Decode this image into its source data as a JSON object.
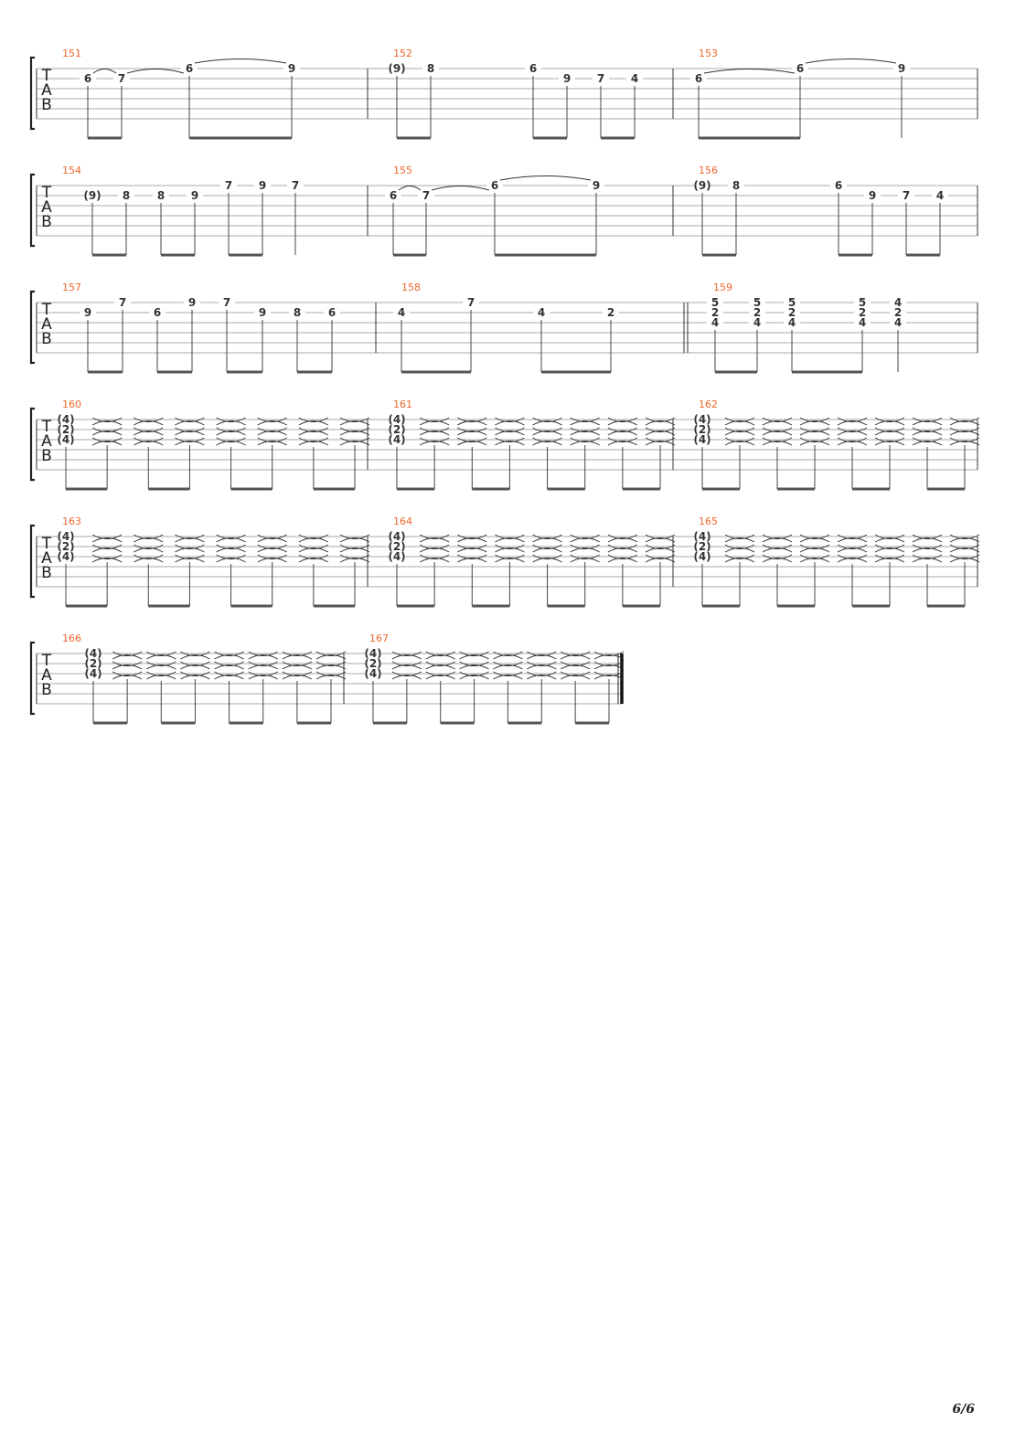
{
  "page": "6/6",
  "tab_label": [
    "T",
    "A",
    "B"
  ],
  "systems": [
    {
      "measures": [
        {
          "number": "151",
          "notes": [
            {
              "f": [
                "6"
              ],
              "s": [
                1
              ]
            },
            {
              "f": [
                "7"
              ],
              "s": [
                1
              ]
            },
            {
              "f": [
                "6"
              ],
              "s": [
                0
              ]
            },
            {
              "f": [
                "9"
              ],
              "s": [
                0
              ]
            }
          ]
        },
        {
          "number": "152",
          "notes": [
            {
              "f": [
                "(9)"
              ],
              "s": [
                0
              ]
            },
            {
              "f": [
                "8"
              ],
              "s": [
                0
              ]
            },
            {
              "f": [
                "6"
              ],
              "s": [
                0
              ]
            },
            {
              "f": [
                "9"
              ],
              "s": [
                1
              ]
            },
            {
              "f": [
                "7"
              ],
              "s": [
                1
              ]
            },
            {
              "f": [
                "4"
              ],
              "s": [
                1
              ]
            }
          ]
        },
        {
          "number": "153",
          "notes": [
            {
              "f": [
                "6"
              ],
              "s": [
                1
              ]
            },
            {
              "f": [
                "6"
              ],
              "s": [
                0
              ]
            },
            {
              "f": [
                "9"
              ],
              "s": [
                0
              ]
            }
          ]
        }
      ]
    },
    {
      "measures": [
        {
          "number": "154",
          "notes": [
            {
              "f": [
                "(9)"
              ],
              "s": [
                1
              ]
            },
            {
              "f": [
                "8"
              ],
              "s": [
                1
              ]
            },
            {
              "f": [
                "8"
              ],
              "s": [
                1
              ]
            },
            {
              "f": [
                "9"
              ],
              "s": [
                1
              ]
            },
            {
              "f": [
                "7"
              ],
              "s": [
                0
              ]
            },
            {
              "f": [
                "9"
              ],
              "s": [
                0
              ]
            },
            {
              "f": [
                "7"
              ],
              "s": [
                0
              ]
            }
          ]
        },
        {
          "number": "155",
          "notes": [
            {
              "f": [
                "6"
              ],
              "s": [
                1
              ]
            },
            {
              "f": [
                "7"
              ],
              "s": [
                1
              ]
            },
            {
              "f": [
                "6"
              ],
              "s": [
                0
              ]
            },
            {
              "f": [
                "9"
              ],
              "s": [
                0
              ]
            }
          ]
        },
        {
          "number": "156",
          "notes": [
            {
              "f": [
                "(9)"
              ],
              "s": [
                0
              ]
            },
            {
              "f": [
                "8"
              ],
              "s": [
                0
              ]
            },
            {
              "f": [
                "6"
              ],
              "s": [
                0
              ]
            },
            {
              "f": [
                "9"
              ],
              "s": [
                1
              ]
            },
            {
              "f": [
                "7"
              ],
              "s": [
                1
              ]
            },
            {
              "f": [
                "4"
              ],
              "s": [
                1
              ]
            }
          ]
        }
      ]
    },
    {
      "measures": [
        {
          "number": "157",
          "notes": [
            {
              "f": [
                "9"
              ],
              "s": [
                1
              ]
            },
            {
              "f": [
                "7"
              ],
              "s": [
                0
              ]
            },
            {
              "f": [
                "6"
              ],
              "s": [
                1
              ]
            },
            {
              "f": [
                "9"
              ],
              "s": [
                0
              ]
            },
            {
              "f": [
                "7"
              ],
              "s": [
                0
              ]
            },
            {
              "f": [
                "9"
              ],
              "s": [
                1
              ]
            },
            {
              "f": [
                "8"
              ],
              "s": [
                1
              ]
            },
            {
              "f": [
                "6"
              ],
              "s": [
                1
              ]
            }
          ]
        },
        {
          "number": "158",
          "notes": [
            {
              "f": [
                "4"
              ],
              "s": [
                1
              ]
            },
            {
              "f": [
                "7"
              ],
              "s": [
                0
              ]
            },
            {
              "f": [
                "4"
              ],
              "s": [
                1
              ]
            },
            {
              "f": [
                "2"
              ],
              "s": [
                1
              ]
            }
          ]
        },
        {
          "number": "159",
          "notes": [
            {
              "f": [
                "5",
                "2",
                "4"
              ],
              "s": [
                0,
                1,
                2
              ]
            },
            {
              "f": [
                "5",
                "2",
                "4"
              ],
              "s": [
                0,
                1,
                2
              ]
            },
            {
              "f": [
                "5",
                "2",
                "4"
              ],
              "s": [
                0,
                1,
                2
              ]
            },
            {
              "f": [
                "5",
                "2",
                "4"
              ],
              "s": [
                0,
                1,
                2
              ]
            },
            {
              "f": [
                "4",
                "2",
                "4"
              ],
              "s": [
                0,
                1,
                2
              ]
            }
          ]
        }
      ]
    },
    {
      "measures": [
        {
          "number": "160",
          "notes": [
            {
              "f": [
                "(4)",
                "(2)",
                "(4)"
              ],
              "s": [
                0,
                1,
                2
              ]
            }
          ]
        },
        {
          "number": "161",
          "notes": [
            {
              "f": [
                "(4)",
                "(2)",
                "(4)"
              ],
              "s": [
                0,
                1,
                2
              ]
            }
          ]
        },
        {
          "number": "162",
          "notes": [
            {
              "f": [
                "(4)",
                "(2)",
                "(4)"
              ],
              "s": [
                0,
                1,
                2
              ]
            }
          ]
        }
      ]
    },
    {
      "measures": [
        {
          "number": "163",
          "notes": [
            {
              "f": [
                "(4)",
                "(2)",
                "(4)"
              ],
              "s": [
                0,
                1,
                2
              ]
            }
          ]
        },
        {
          "number": "164",
          "notes": [
            {
              "f": [
                "(4)",
                "(2)",
                "(4)"
              ],
              "s": [
                0,
                1,
                2
              ]
            }
          ]
        },
        {
          "number": "165",
          "notes": [
            {
              "f": [
                "(4)",
                "(2)",
                "(4)"
              ],
              "s": [
                0,
                1,
                2
              ]
            }
          ]
        }
      ]
    },
    {
      "measures": [
        {
          "number": "166",
          "notes": [
            {
              "f": [
                "(4)",
                "(2)",
                "(4)"
              ],
              "s": [
                0,
                1,
                2
              ]
            }
          ]
        },
        {
          "number": "167",
          "notes": [
            {
              "f": [
                "(4)",
                "(2)",
                "(4)"
              ],
              "s": [
                0,
                1,
                2
              ]
            }
          ]
        }
      ]
    }
  ]
}
